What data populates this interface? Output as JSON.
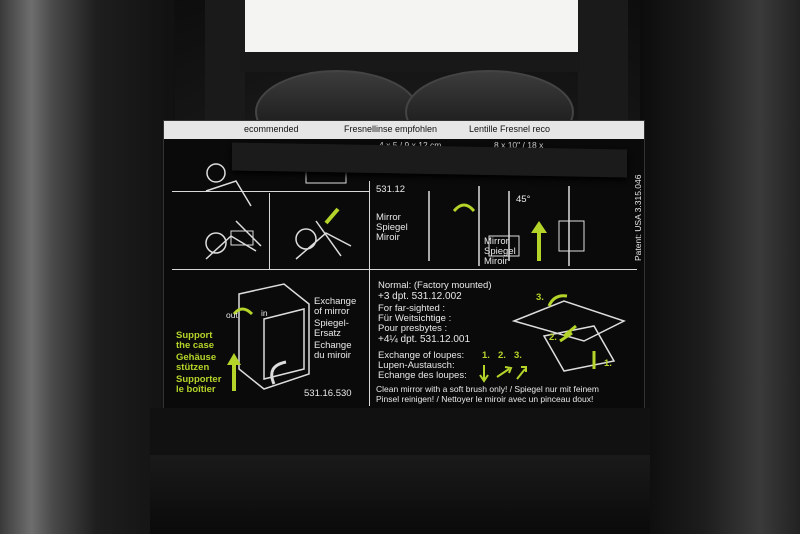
{
  "header_row": [
    "ecommended",
    "Fresnellinse empfohlen",
    "Lentille Fresnel reco",
    "4 x 5 / 9 x 12 cm",
    "8 x 10\" / 18 x"
  ],
  "top_panel": {
    "ref": "531.12",
    "mirror_left": [
      "Mirror",
      "Spiegel",
      "Miroir"
    ],
    "mirror_right": [
      "Mirror",
      "Spiegel",
      "Miroir"
    ],
    "angle": "45°",
    "patent": "Patent: USA 3.315.046"
  },
  "left_panel": {
    "exchange_title": [
      "Exchange",
      "of mirror",
      "Spiegel-",
      "Ersatz",
      "Echange",
      "du miroir"
    ],
    "out_label": "out",
    "in_label": "in",
    "support": [
      "Support",
      "the case",
      "Gehäuse",
      "stützen",
      "Supporter",
      "le boîtier"
    ],
    "part_no": "531.16.530"
  },
  "right_panel": {
    "lines": [
      "Normal: (Factory mounted)",
      "+3 dpt. 531.12.002",
      "For far-sighted :",
      "Für Weitsichtige :",
      "Pour presbytes :",
      "+4¼ dpt. 531.12.001"
    ],
    "exchange_loupes": [
      "Exchange of loupes:",
      "Lupen-Austausch:",
      "Echange des loupes:"
    ],
    "steps": [
      "1.",
      "2.",
      "3."
    ],
    "diagram_steps": [
      "3.",
      "2.",
      "1."
    ],
    "footer": [
      "Clean mirror with a soft brush only!  /  Spiegel nur mit feinem",
      "Pinsel reinigen!  /  Nettoyer le miroir avec un pinceau doux!"
    ]
  },
  "colors": {
    "accent_green": "#b4d42a",
    "label_bg": "#0a0a0a"
  }
}
